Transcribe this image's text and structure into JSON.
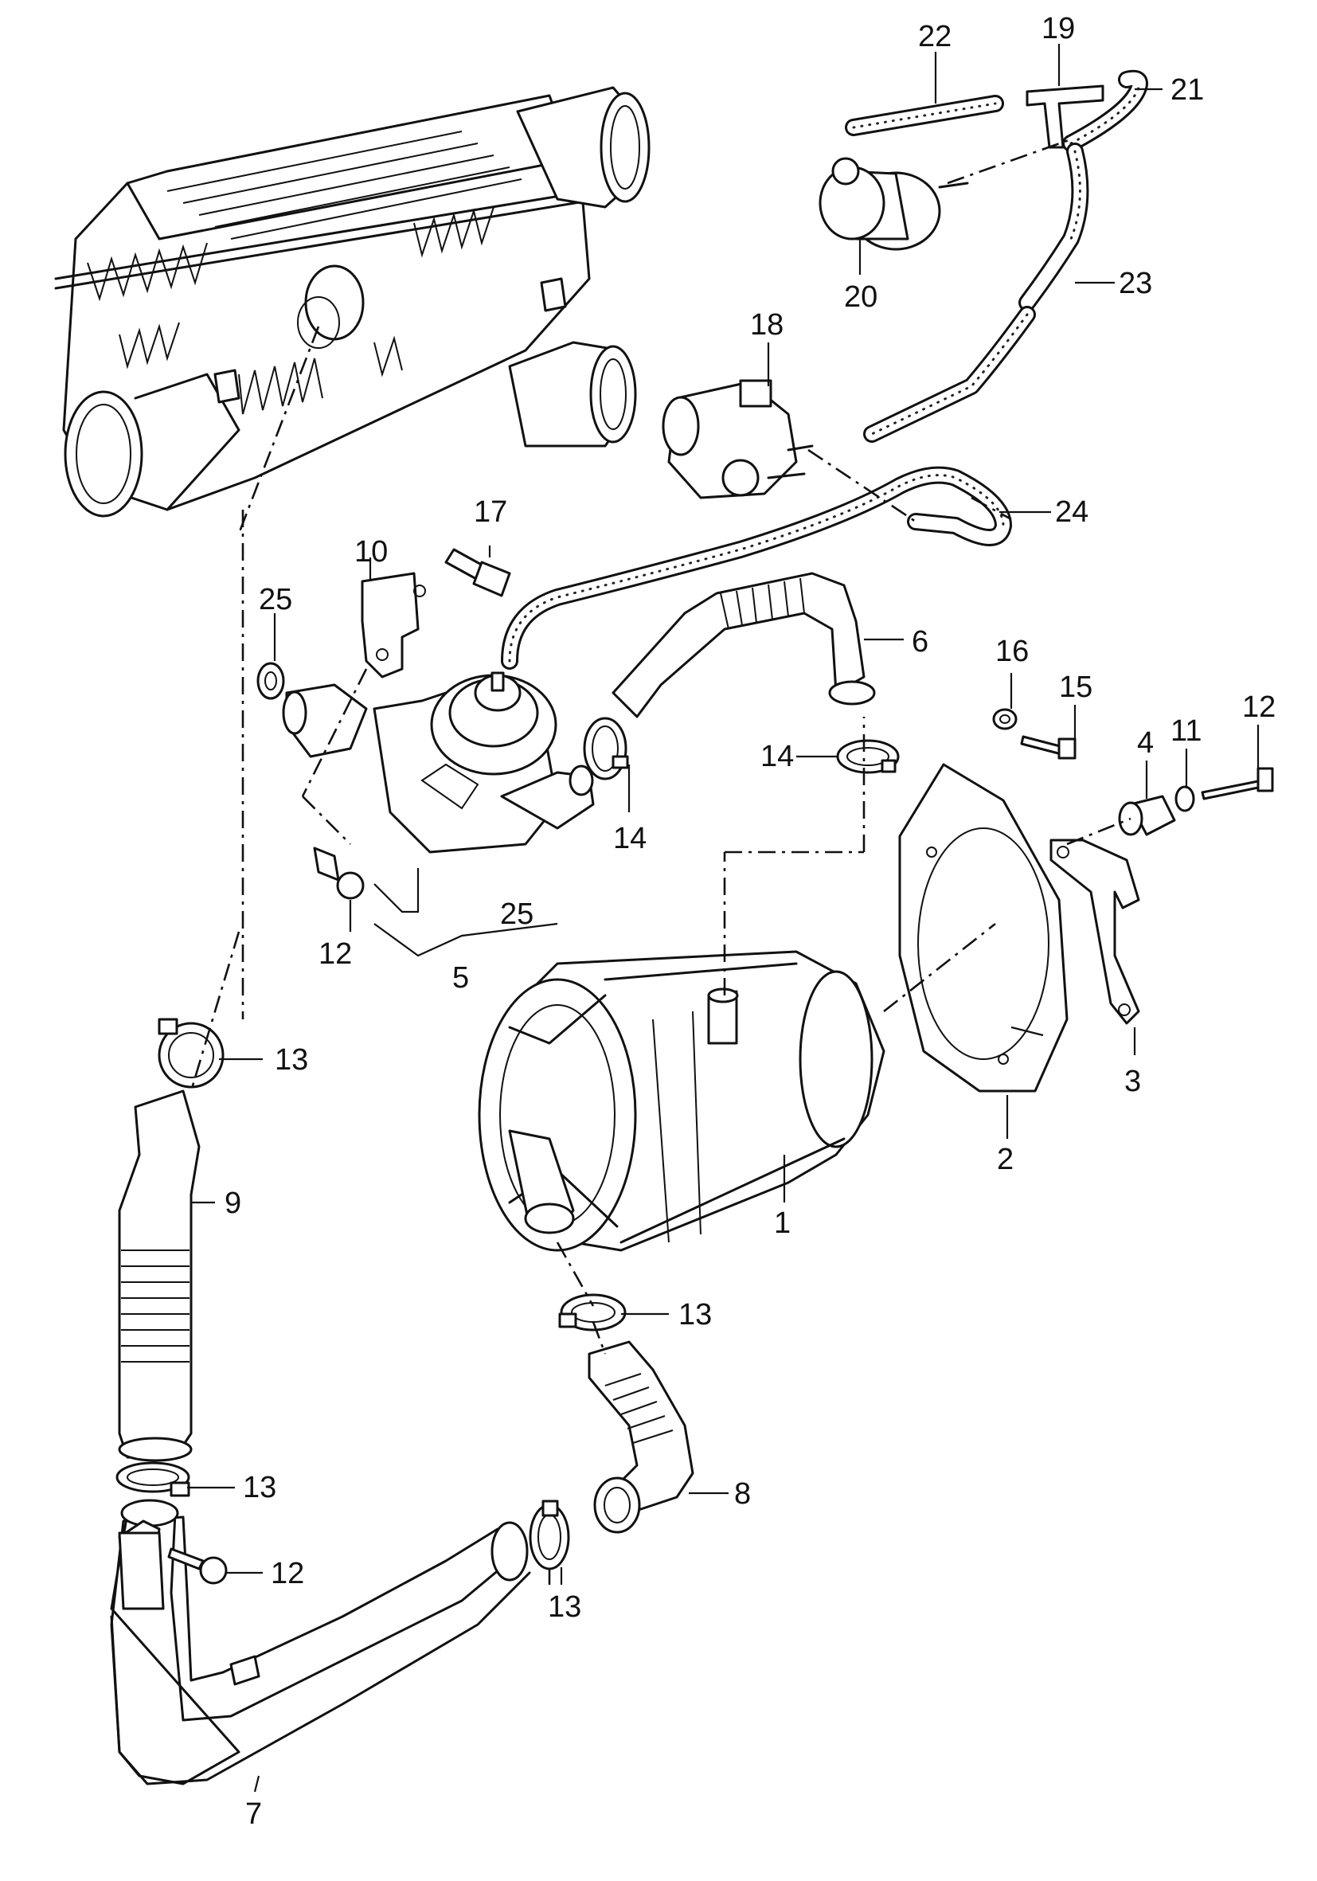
{
  "callouts": {
    "c1": "1",
    "c2": "2",
    "c3": "3",
    "c4": "4",
    "c5": "5",
    "c6": "6",
    "c7": "7",
    "c8": "8",
    "c9": "9",
    "c10": "10",
    "c11": "11",
    "c12a": "12",
    "c12b": "12",
    "c12c": "12",
    "c13a": "13",
    "c13b": "13",
    "c13c": "13",
    "c13d": "13",
    "c14a": "14",
    "c14b": "14",
    "c15": "15",
    "c16": "16",
    "c17": "17",
    "c18": "18",
    "c19": "19",
    "c20": "20",
    "c21": "21",
    "c22": "22",
    "c23": "23",
    "c24": "24",
    "c25a": "25",
    "c25b": "25"
  }
}
